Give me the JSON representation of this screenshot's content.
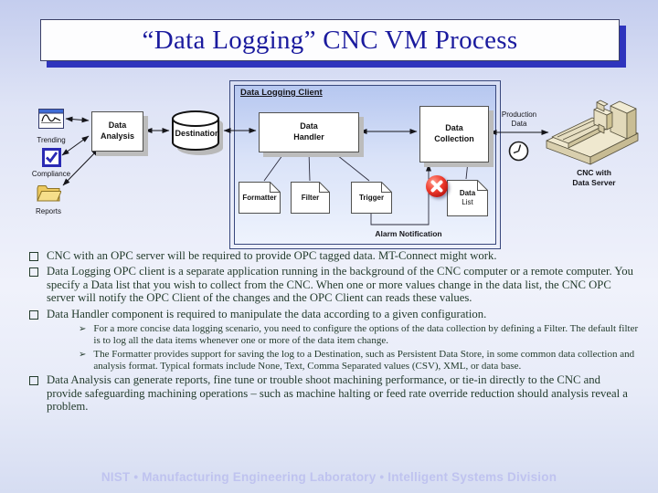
{
  "slide_title": "“Data Logging” CNC VM Process",
  "diagram": {
    "client_box_title": "Data Logging Client",
    "trending_label": "Trending",
    "compliance_label": "Compliance",
    "reports_label": "Reports",
    "data_analysis": {
      "lines": [
        "Data",
        "Analysis"
      ]
    },
    "destination_label": "Destination",
    "data_handler": {
      "lines": [
        "Data",
        "Handler"
      ]
    },
    "data_collection": {
      "lines": [
        "Data",
        "Collection"
      ]
    },
    "formatter_label": "Formatter",
    "filter_label": "Filter",
    "trigger_label": "Trigger",
    "data_list": {
      "lines": [
        "Data",
        "List"
      ]
    },
    "alarm_label": "Alarm Notification",
    "production_data": {
      "lines": [
        "Production",
        "Data"
      ]
    },
    "cnc_label": {
      "lines": [
        "CNC with",
        "Data Server"
      ]
    }
  },
  "bullets": {
    "b1": "CNC with an OPC server will be required to provide OPC tagged data. MT-Connect might work.",
    "b2": "Data Logging OPC client is a separate application running in the background of the CNC computer or a remote computer. You specify a Data list that you wish to collect from the CNC. When one or more values change in the data list, the CNC OPC server will notify the OPC Client of the changes and the OPC Client can reads these values.",
    "b3": "Data Handler component is required to manipulate the data according to a given configuration.",
    "sub1": "For a more concise data logging scenario, you need to configure the options of the data collection by defining a Filter.  The default filter is to log all the data items whenever one or more of the data item change.",
    "sub2": "The Formatter provides support for saving the log to a Destination, such as Persistent Data Store, in some common data collection and analysis format. Typical formats include None, Text, Comma Separated values (CSV), XML, or data base.",
    "b4": "Data Analysis can generate reports,  fine tune  or trouble shoot machining performance, or tie-in directly to the CNC and provide safeguarding machining operations – such as machine halting or feed rate override reduction should analysis reveal a problem."
  },
  "footer": "NIST  •  Manufacturing Engineering Laboratory  •  Intelligent Systems Division",
  "colors": {
    "title_text": "#1b1b9e",
    "title_shadow": "#2e34bd",
    "body_text": "#233b2c",
    "footer_text": "#bfc3ef",
    "client_border": "#38477c",
    "alarm_red": "#d61f1f",
    "box_shadow": "#bcbcbc"
  }
}
